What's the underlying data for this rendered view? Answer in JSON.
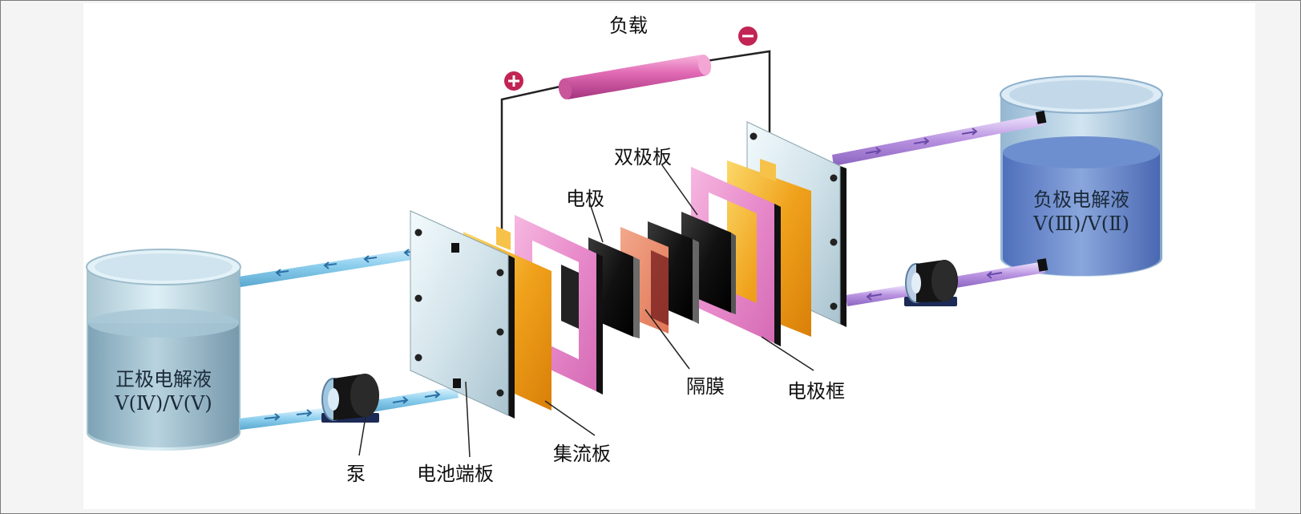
{
  "labels": {
    "load": "负载",
    "bipolar_plate": "双极板",
    "electrode": "电极",
    "membrane": "隔膜",
    "electrode_frame": "电极框",
    "current_collector": "集流板",
    "end_plate": "电池端板",
    "pump": "泵"
  },
  "tanks": {
    "positive": {
      "name": "正极电解液",
      "species": "V(Ⅳ)/V(Ⅴ)"
    },
    "negative": {
      "name": "负极电解液",
      "species": "V(Ⅲ)/V(Ⅱ)"
    }
  },
  "terminals": {
    "positive": "+",
    "negative": "−"
  },
  "colors": {
    "positive_tank": "#8fb6c8",
    "negative_tank": "#5d7fc7",
    "pipe_left": "#a9dcf2",
    "pipe_right": "#c8a6e6",
    "frame": "#e58cc9",
    "collector": "#f0a01e",
    "membrane": "#e8866a",
    "load": "#e05bab",
    "terminal_dot": "#c22454"
  }
}
